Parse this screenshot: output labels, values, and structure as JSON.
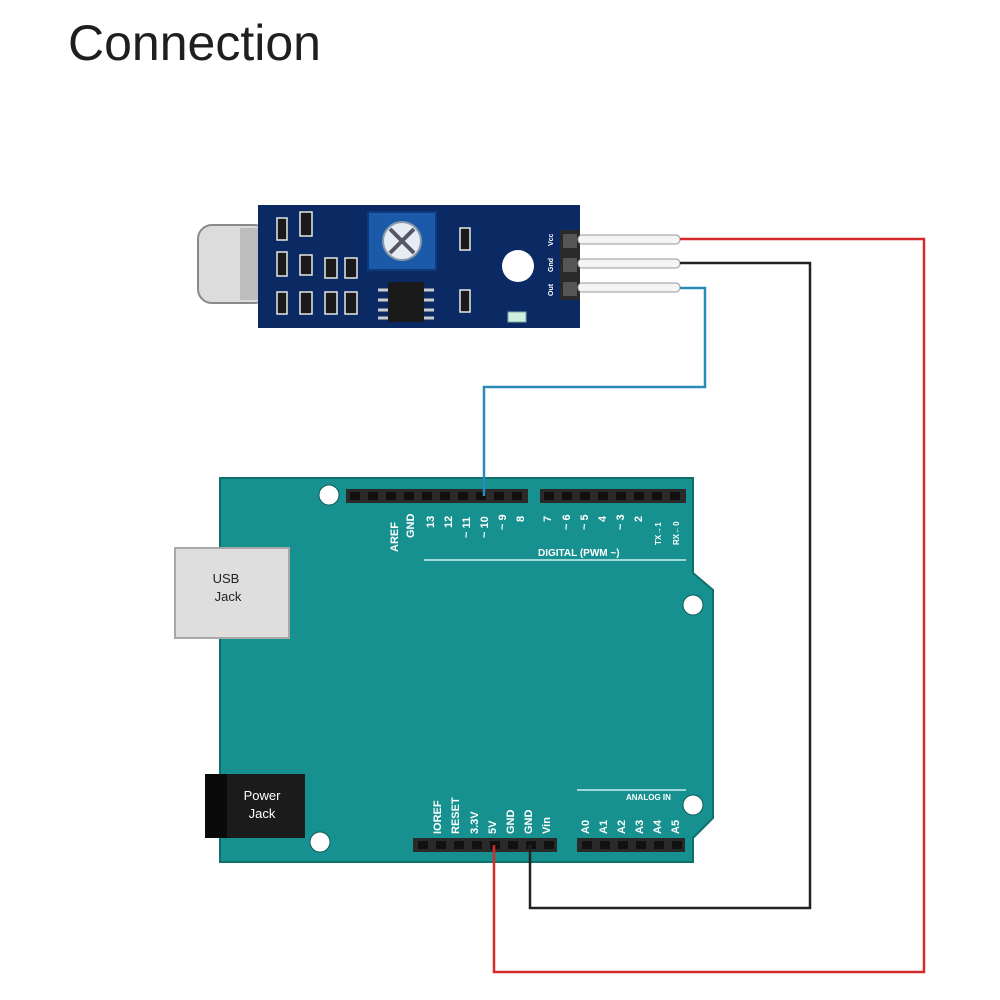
{
  "title": "Connection",
  "sensor": {
    "pins": [
      "Vcc",
      "Gnd",
      "Out"
    ]
  },
  "arduino": {
    "usb_label_1": "USB",
    "usb_label_2": "Jack",
    "power_label_1": "Power",
    "power_label_2": "Jack",
    "digital_pins_left": [
      "AREF",
      "GND",
      "13",
      "12",
      "~ 11",
      "~ 10",
      "~ 9",
      "8"
    ],
    "digital_pins_right": [
      "7",
      "~ 6",
      "~ 5",
      "4",
      "~ 3",
      "2",
      "TX→1",
      "RX←0"
    ],
    "digital_label": "DIGITAL (PWM ~)",
    "power_pins": [
      "IOREF",
      "RESET",
      "3.3V",
      "5V",
      "GND",
      "GND",
      "Vin"
    ],
    "analog_label": "ANALOG IN",
    "analog_pins": [
      "A0",
      "A1",
      "A2",
      "A3",
      "A4",
      "A5"
    ]
  },
  "colors": {
    "board": "#16918f",
    "sensor_pcb": "#0b2a63",
    "wire_vcc": "#d62a2a",
    "wire_gnd": "#222222",
    "wire_out": "#2a8ab8"
  }
}
